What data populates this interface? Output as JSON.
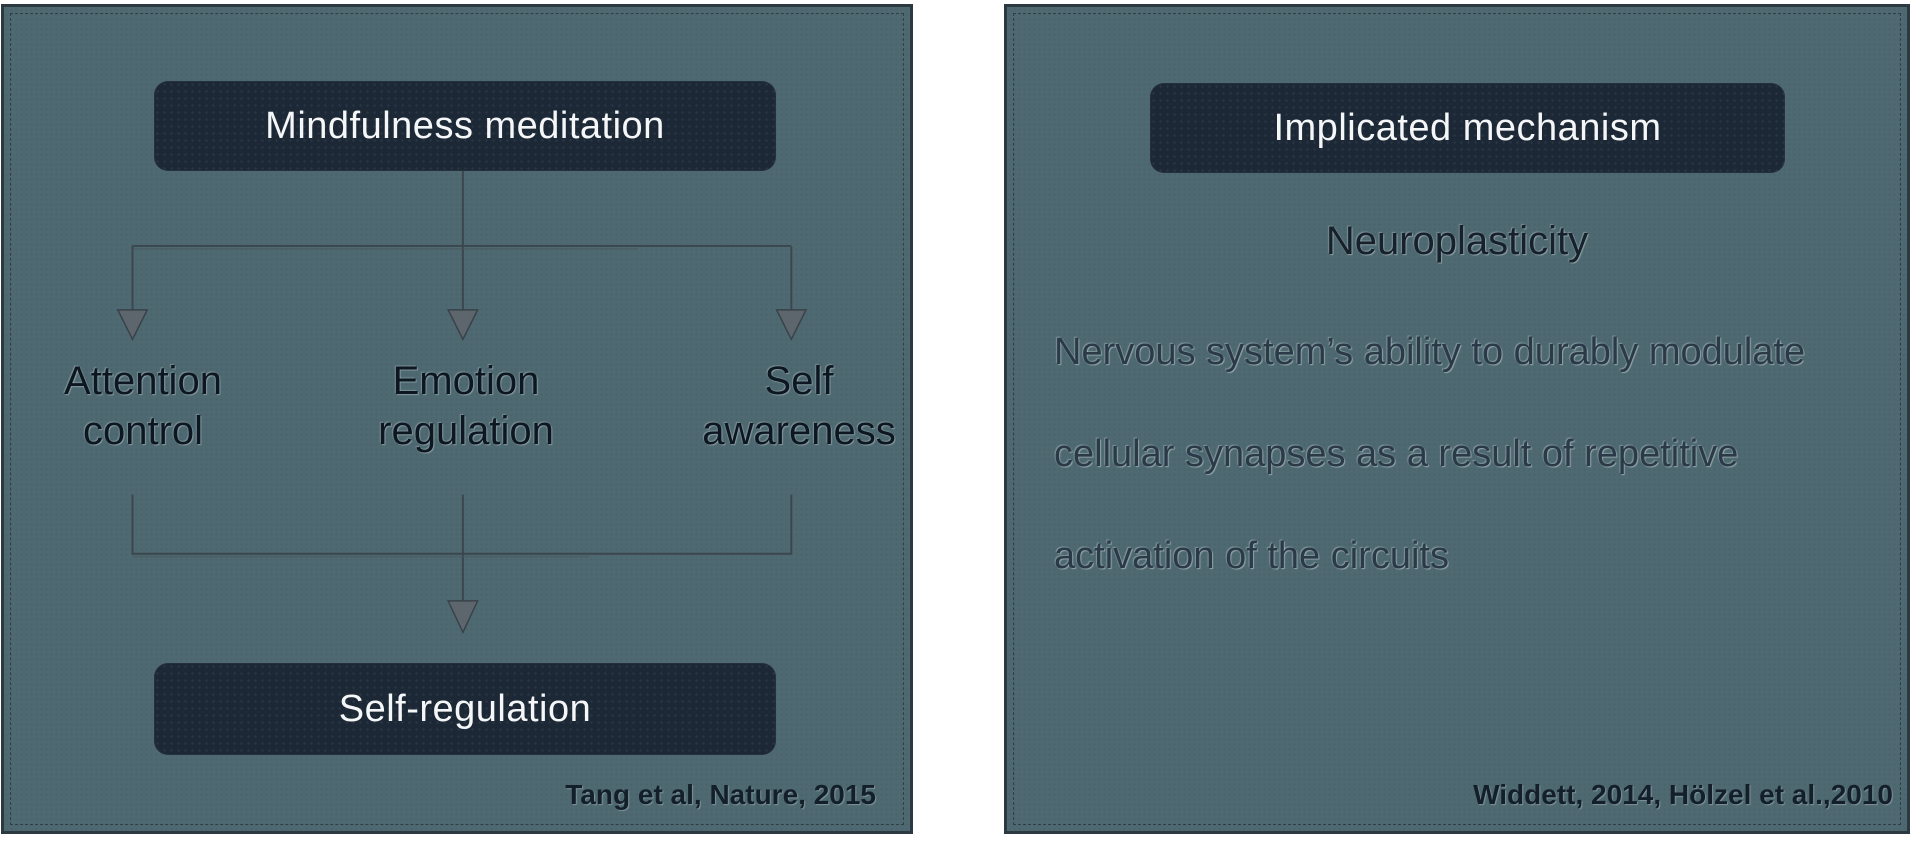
{
  "left_panel": {
    "top_box": "Mindfulness meditation",
    "branches": [
      {
        "line1": "Attention",
        "line2": "control"
      },
      {
        "line1": "Emotion",
        "line2": "regulation"
      },
      {
        "line1": "Self",
        "line2": "awareness"
      }
    ],
    "bottom_box": "Self-regulation",
    "citation": "Tang et al, Nature, 2015"
  },
  "right_panel": {
    "top_box": "Implicated mechanism",
    "heading": "Neuroplasticity",
    "body_lines": [
      "Nervous system’s ability to durably modulate",
      "cellular synapses as a result of repetitive",
      "activation of the circuits"
    ],
    "citation": "Widdett, 2014, Hölzel et al.,2010"
  },
  "colors": {
    "page_background": "#ffffff",
    "panel_background": "#4e6971",
    "panel_border": "#2c3940",
    "node_fill": "#1c2836",
    "node_text": "#f4f6f7",
    "label_text": "#0d1722",
    "body_text": "#2b3a49",
    "connector_line": "#3c464e",
    "arrowhead_fill": "#5d656d"
  }
}
